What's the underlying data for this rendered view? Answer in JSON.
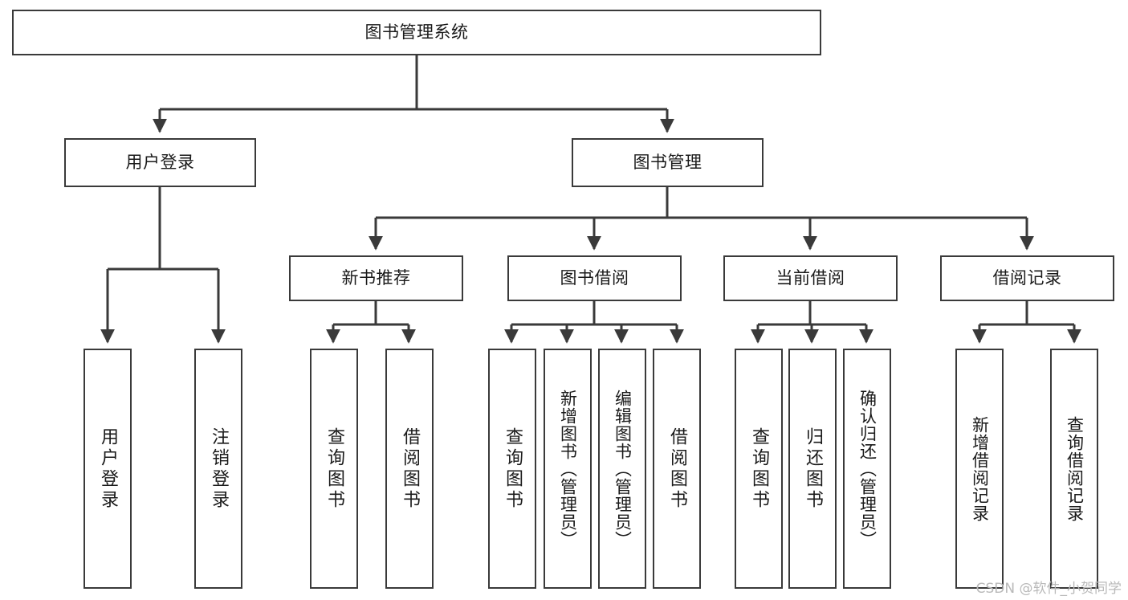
{
  "diagram": {
    "title": "图书管理系统",
    "type": "tree-hierarchy-diagram",
    "watermark": "CSDN @软件_小贺同学",
    "colors": {
      "box_border": "#3a3a3a",
      "box_fill": "#ffffff",
      "edge": "#3a3a3a",
      "text": "#1a1a1a",
      "watermark": "#b9b9b9",
      "background": "#ffffff"
    },
    "root": {
      "id": "root",
      "label": "图书管理系统",
      "orientation": "horizontal"
    },
    "level2": [
      {
        "id": "user-login",
        "label": "用户登录",
        "orientation": "horizontal"
      },
      {
        "id": "book-manage",
        "label": "图书管理",
        "orientation": "horizontal"
      }
    ],
    "level3": [
      {
        "id": "new-book-recommend",
        "label": "新书推荐",
        "orientation": "horizontal",
        "parent": "book-manage"
      },
      {
        "id": "book-borrow",
        "label": "图书借阅",
        "orientation": "horizontal",
        "parent": "book-manage"
      },
      {
        "id": "current-borrow",
        "label": "当前借阅",
        "orientation": "horizontal",
        "parent": "book-manage"
      },
      {
        "id": "borrow-record",
        "label": "借阅记录",
        "orientation": "horizontal",
        "parent": "book-manage"
      }
    ],
    "leaves": [
      {
        "id": "leaf-user-login",
        "label": "用户登录",
        "parent": "user-login",
        "orientation": "vertical"
      },
      {
        "id": "leaf-logout",
        "label": "注销登录",
        "parent": "user-login",
        "orientation": "vertical"
      },
      {
        "id": "leaf-query-book-1",
        "label": "查询图书",
        "parent": "new-book-recommend",
        "orientation": "vertical"
      },
      {
        "id": "leaf-borrow-book-1",
        "label": "借阅图书",
        "parent": "new-book-recommend",
        "orientation": "vertical"
      },
      {
        "id": "leaf-query-book-2",
        "label": "查询图书",
        "parent": "book-borrow",
        "orientation": "vertical"
      },
      {
        "id": "leaf-add-book",
        "label": "新增图书（管理员）",
        "parent": "book-borrow",
        "orientation": "vertical"
      },
      {
        "id": "leaf-edit-book",
        "label": "编辑图书（管理员）",
        "parent": "book-borrow",
        "orientation": "vertical"
      },
      {
        "id": "leaf-borrow-book-2",
        "label": "借阅图书",
        "parent": "book-borrow",
        "orientation": "vertical"
      },
      {
        "id": "leaf-query-book-3",
        "label": "查询图书",
        "parent": "current-borrow",
        "orientation": "vertical"
      },
      {
        "id": "leaf-return-book",
        "label": "归还图书",
        "parent": "current-borrow",
        "orientation": "vertical"
      },
      {
        "id": "leaf-confirm-return",
        "label": "确认归还（管理员）",
        "parent": "current-borrow",
        "orientation": "vertical"
      },
      {
        "id": "leaf-add-record",
        "label": "新增借阅记录",
        "parent": "borrow-record",
        "orientation": "vertical"
      },
      {
        "id": "leaf-query-record",
        "label": "查询借阅记录",
        "parent": "borrow-record",
        "orientation": "vertical"
      }
    ]
  }
}
